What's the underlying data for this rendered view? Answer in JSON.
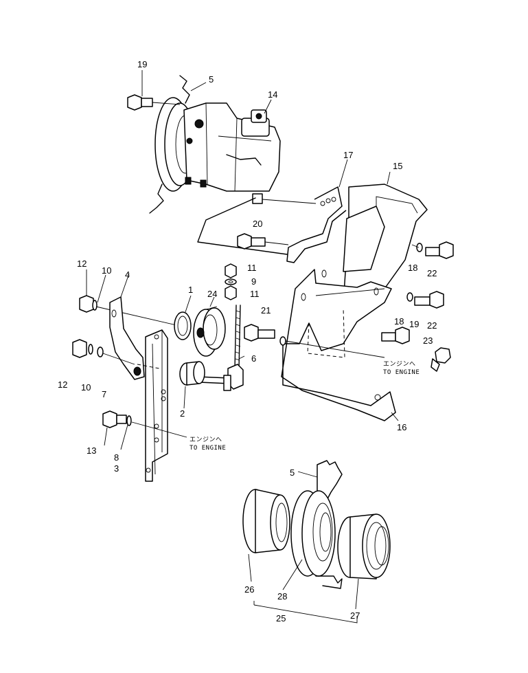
{
  "callouts": {
    "n19a": "19",
    "n5a": "5",
    "n14": "14",
    "n17": "17",
    "n15": "15",
    "n20": "20",
    "n18a": "18",
    "n22a": "22",
    "n12a": "12",
    "n10a": "10",
    "n4": "4",
    "n11a": "11",
    "n9": "9",
    "n11b": "11",
    "n1": "1",
    "n24": "24",
    "n21": "21",
    "n18b": "18",
    "n19b": "19",
    "n22b": "22",
    "n23": "23",
    "n6": "6",
    "n12b": "12",
    "n10b": "10",
    "n7": "7",
    "n2": "2",
    "n16": "16",
    "n13": "13",
    "n8": "8",
    "n3": "3",
    "n5b": "5",
    "n26": "26",
    "n28": "28",
    "n27": "27",
    "n25": "25"
  },
  "labels": {
    "to_engine_jp_right": "エンジンへ",
    "to_engine_en_right": "TO ENGINE",
    "to_engine_jp_left": "エンジンへ",
    "to_engine_en_left": "TO ENGINE"
  }
}
